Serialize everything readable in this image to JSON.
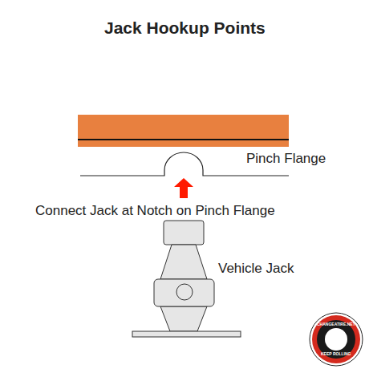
{
  "diagram": {
    "title": "Jack Hookup Points",
    "labels": [
      "Pinch Flange",
      "Connect Jack at Notch on Pinch Flange",
      "Vehicle Jack",
      "CHANGEATIRE.NET",
      "KEEP ROLLING"
    ]
  }
}
